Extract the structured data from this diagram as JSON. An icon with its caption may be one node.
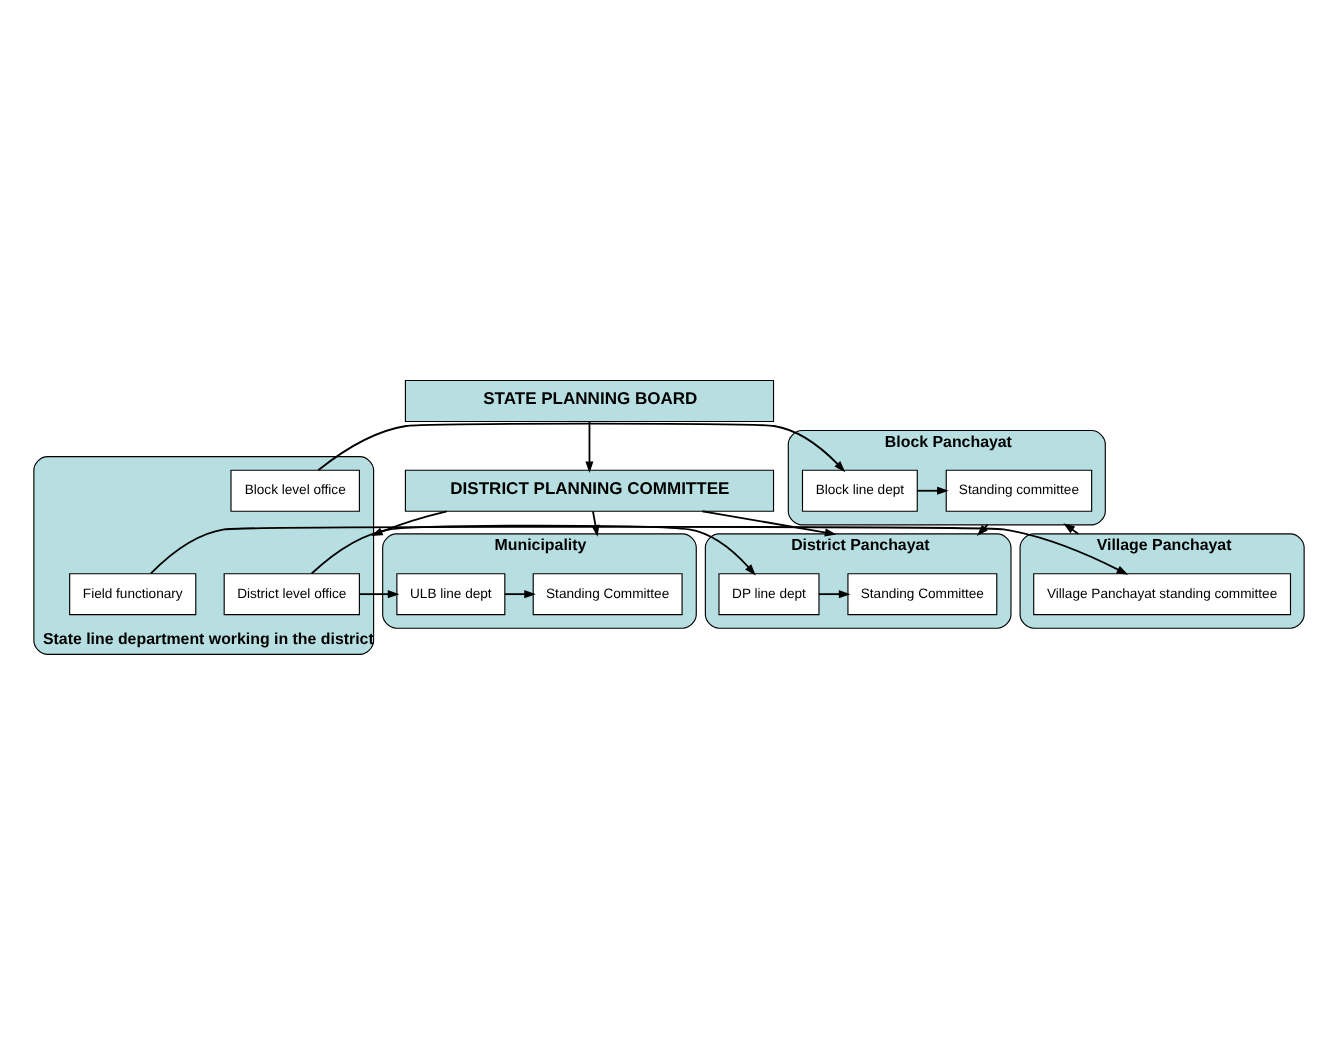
{
  "diagram": {
    "nodes": [
      {
        "text": [
          "STATE PLANNING BOARD"
        ]
      },
      {
        "text": [
          "DISTRICT PLANNING COMMITTEE"
        ]
      },
      {
        "text": [
          "Municipality"
        ]
      },
      {
        "text": [
          "Standing Committee"
        ],
        "in": 2
      },
      {
        "text": [
          "ULB line dept"
        ],
        "in": 2
      },
      {
        "text": [
          "District Panchayat"
        ]
      },
      {
        "text": [
          "Standing Committee"
        ],
        "in": 5
      },
      {
        "text": [
          "DP line dept"
        ],
        "in": 5
      },
      {
        "text": [
          "Block Panchayat"
        ]
      },
      {
        "text": [
          "Standing committee"
        ],
        "in": 8
      },
      {
        "text": [
          "Block line dept"
        ],
        "in": 8
      },
      {
        "text": [
          "Village Panchayat"
        ]
      },
      {
        "text": [
          "Village Panchayat standing committee"
        ],
        "in": 11
      },
      {
        "text": [
          "State line department working in the district"
        ]
      },
      {
        "text": [
          "District level office"
        ],
        "in": 13
      },
      {
        "text": [
          "Block level office"
        ],
        "in": 13
      },
      {
        "text": [
          "Field functionary"
        ],
        "in": 13
      }
    ],
    "edges": [
      {
        "from": 0,
        "to": 1,
        "arrow": "to"
      },
      {
        "from": 1,
        "to": 2,
        "arrow": "to"
      },
      {
        "from": 1,
        "to": 5,
        "arrow": "to"
      },
      {
        "from": 1,
        "to": 13,
        "arrow": "to"
      },
      {
        "from": 7,
        "to": 6,
        "arrow": "to"
      },
      {
        "from": 10,
        "to": 9,
        "arrow": "to"
      },
      {
        "from": 4,
        "to": 3,
        "arrow": "to"
      },
      {
        "from": 8,
        "to": 5,
        "arrow": "to"
      },
      {
        "from": 11,
        "to": 8,
        "arrow": "to"
      },
      {
        "from": 14,
        "to": 7,
        "arrow": "to"
      },
      {
        "from": 15,
        "to": 10,
        "arrow": "to"
      },
      {
        "from": 16,
        "to": 12,
        "arrow": "to"
      },
      {
        "from": 14,
        "to": 4,
        "arrow": "to"
      }
    ]
  }
}
